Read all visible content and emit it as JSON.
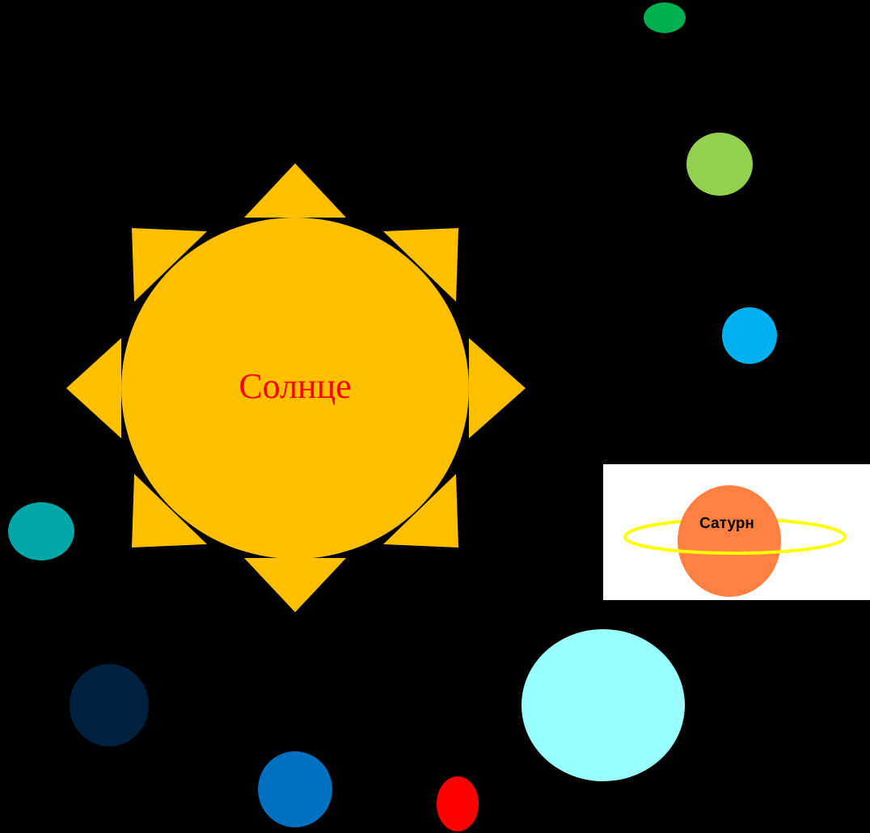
{
  "sun": {
    "label": "Солнце",
    "color": "#FFC000",
    "label_color": "#FF0000"
  },
  "saturn": {
    "label": "Сатурн",
    "body_color": "#FF8040",
    "ring_color": "#FFFF00",
    "card_color": "#FFFFFF",
    "label_color": "#000000"
  },
  "planets": [
    {
      "name": "planet-green-small",
      "color": "#00B050"
    },
    {
      "name": "planet-light-green",
      "color": "#92D050"
    },
    {
      "name": "planet-sky-blue",
      "color": "#00B0F0"
    },
    {
      "name": "planet-teal",
      "color": "#00A7A7"
    },
    {
      "name": "planet-navy",
      "color": "#002040"
    },
    {
      "name": "planet-blue",
      "color": "#0070C0"
    },
    {
      "name": "planet-red",
      "color": "#FF0000"
    },
    {
      "name": "planet-cyan-large",
      "color": "#99FFFF"
    }
  ]
}
